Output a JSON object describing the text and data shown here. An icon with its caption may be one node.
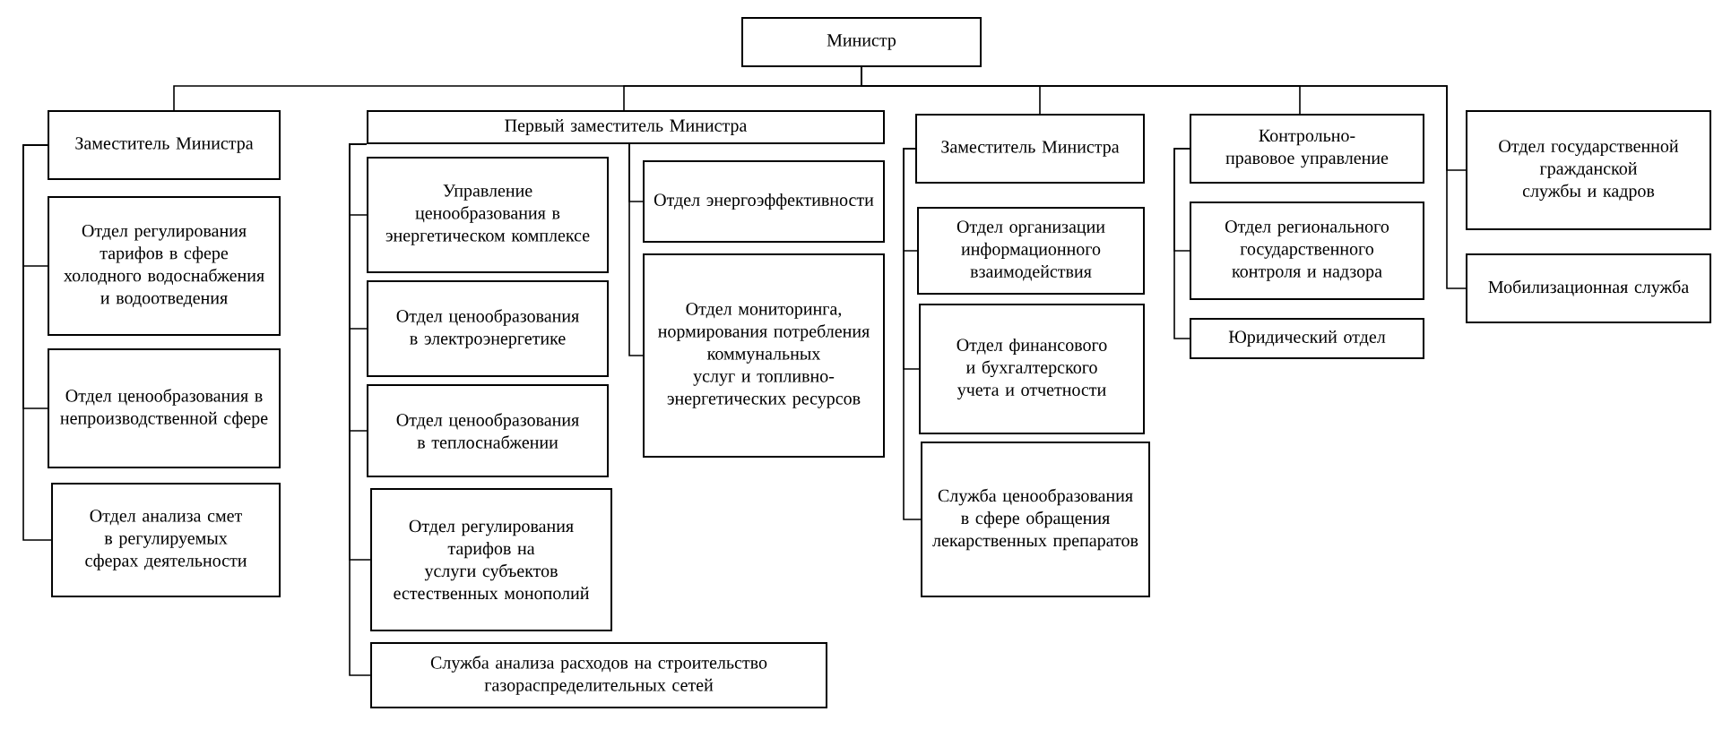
{
  "diagram": {
    "nodes": [
      {
        "text": [
          "Министр"
        ]
      },
      {
        "text": [
          "Заместитель Министра"
        ]
      },
      {
        "text": [
          "Отдел регулирования тарифов в сфере холодного водоснабжения и водоотведения"
        ]
      },
      {
        "text": [
          "Отдел ценообразования в непроизводственной сфере"
        ]
      },
      {
        "text": [
          "Отдел анализа смет в регулируемых сферах деятельности"
        ]
      },
      {
        "text": [
          "Первый заместитель Министра"
        ]
      },
      {
        "text": [
          "Управление ценообразования в энергетическом комплексе"
        ]
      },
      {
        "text": [
          "Отдел ценообразования в электроэнергетике"
        ]
      },
      {
        "text": [
          "Отдел ценообразования в теплоснабжении"
        ]
      },
      {
        "text": [
          "Отдел регулирования тарифов на услуги субъектов естественных монополий"
        ]
      },
      {
        "text": [
          "Служба анализа расходов на строительство газораспределительных сетей"
        ]
      },
      {
        "text": [
          "Отдел энергоэффективности"
        ]
      },
      {
        "text": [
          "Отдел мониторинга, нормирования потребления коммунальных услуг и топливно-энергетических ресурсов"
        ]
      },
      {
        "text": [
          "Заместитель Министра"
        ]
      },
      {
        "text": [
          "Отдел организации информационного взаимодействия"
        ]
      },
      {
        "text": [
          "Отдел финансового и бухгалтерского учета и отчетности"
        ]
      },
      {
        "text": [
          "Служба ценообразования в сфере обращения лекарственных препаратов"
        ]
      },
      {
        "text": [
          "Контрольно-правовое управление"
        ]
      },
      {
        "text": [
          "Отдел регионального государственного контроля и надзора"
        ]
      },
      {
        "text": [
          "Юридический отдел"
        ]
      },
      {
        "text": [
          "Отдел государственной гражданской службы и кадров"
        ]
      },
      {
        "text": [
          "Мобилизационная служба"
        ]
      }
    ],
    "edges": [
      {
        "from": 0,
        "to": 1,
        "arrow": "none"
      },
      {
        "from": 0,
        "to": 5,
        "arrow": "none"
      },
      {
        "from": 0,
        "to": 13,
        "arrow": "none"
      },
      {
        "from": 0,
        "to": 17,
        "arrow": "none"
      },
      {
        "from": 0,
        "to": 20,
        "arrow": "none"
      },
      {
        "from": 0,
        "to": 21,
        "arrow": "none"
      },
      {
        "from": 1,
        "to": 2,
        "arrow": "none"
      },
      {
        "from": 1,
        "to": 3,
        "arrow": "none"
      },
      {
        "from": 1,
        "to": 4,
        "arrow": "none"
      },
      {
        "from": 5,
        "to": 6,
        "arrow": "none"
      },
      {
        "from": 5,
        "to": 7,
        "arrow": "none"
      },
      {
        "from": 5,
        "to": 8,
        "arrow": "none"
      },
      {
        "from": 5,
        "to": 9,
        "arrow": "none"
      },
      {
        "from": 5,
        "to": 10,
        "arrow": "none"
      },
      {
        "from": 5,
        "to": 11,
        "arrow": "none"
      },
      {
        "from": 5,
        "to": 12,
        "arrow": "none"
      },
      {
        "from": 13,
        "to": 14,
        "arrow": "none"
      },
      {
        "from": 13,
        "to": 15,
        "arrow": "none"
      },
      {
        "from": 13,
        "to": 16,
        "arrow": "none"
      },
      {
        "from": 17,
        "to": 18,
        "arrow": "none"
      },
      {
        "from": 17,
        "to": 19,
        "arrow": "none"
      }
    ]
  }
}
